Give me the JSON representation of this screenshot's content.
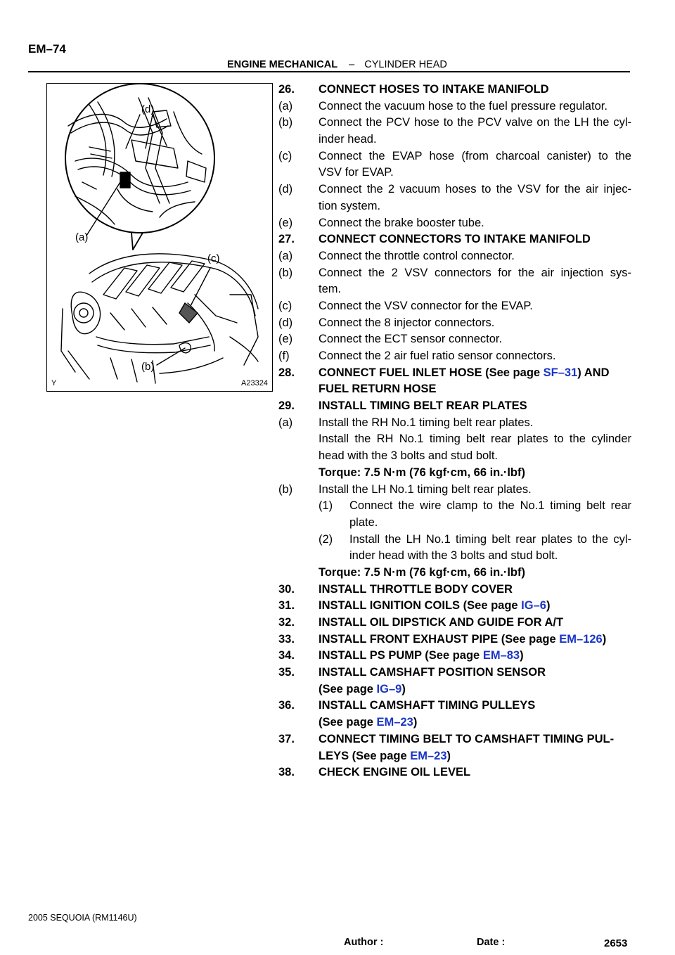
{
  "header": {
    "page_code": "EM–74",
    "section": "ENGINE MECHANICAL",
    "separator": "–",
    "subsection": "CYLINDER HEAD"
  },
  "figure": {
    "labels": {
      "a": "(a)",
      "b": "(b)",
      "c": "(c)",
      "d": "(d)"
    },
    "code": "A23324",
    "orientation": "Y"
  },
  "content": [
    {
      "num": "26.",
      "text": "CONNECT HOSES TO INTAKE MANIFOLD",
      "bold": true
    },
    {
      "num": "(a)",
      "text": "Connect the vacuum hose to the fuel pressure regulator."
    },
    {
      "num": "(b)",
      "text": "Connect the PCV hose to the PCV valve on the LH the cyl-"
    },
    {
      "num": "",
      "text": "inder head."
    },
    {
      "num": "(c)",
      "text": "Connect the EVAP hose (from charcoal canister) to the"
    },
    {
      "num": "",
      "text": "VSV for EVAP."
    },
    {
      "num": "(d)",
      "text": "Connect the 2 vacuum hoses to the VSV for the air injec-"
    },
    {
      "num": "",
      "text": "tion system."
    },
    {
      "num": "(e)",
      "text": "Connect the brake booster tube."
    },
    {
      "num": "27.",
      "text": "CONNECT CONNECTORS TO INTAKE MANIFOLD",
      "bold": true
    },
    {
      "num": "(a)",
      "text": "Connect the throttle control connector."
    },
    {
      "num": "(b)",
      "text": "Connect the 2 VSV connectors for the air injection sys-"
    },
    {
      "num": "",
      "text": "tem."
    },
    {
      "num": "(c)",
      "text": "Connect the VSV connector for the EVAP."
    },
    {
      "num": "(d)",
      "text": "Connect the 8 injector connectors."
    },
    {
      "num": "(e)",
      "text": "Connect the ECT sensor connector."
    },
    {
      "num": "(f)",
      "text": "Connect the 2 air fuel ratio sensor connectors."
    },
    {
      "num": "28.",
      "text": "CONNECT FUEL INLET HOSE (See page ",
      "link": "SF–31",
      "after": ") AND",
      "bold": true
    },
    {
      "num": "",
      "text": "FUEL RETURN HOSE",
      "bold": true
    },
    {
      "num": "29.",
      "text": "INSTALL TIMING BELT REAR PLATES",
      "bold": true
    },
    {
      "num": "(a)",
      "text": "Install the RH No.1 timing belt rear plates."
    },
    {
      "num": "",
      "text": "Install the RH No.1 timing belt rear plates to the cylinder"
    },
    {
      "num": "",
      "text": "head with the 3 bolts and stud bolt."
    },
    {
      "num": "",
      "text": "Torque: 7.5 N·m (76 kgf·cm, 66 in.·lbf)",
      "bold": true
    },
    {
      "num": "(b)",
      "text": "Install the LH No.1 timing belt rear plates."
    },
    {
      "num": "(1)",
      "text": "Connect the wire clamp to the No.1 timing belt rear",
      "sub": true
    },
    {
      "num": "",
      "text": "plate.",
      "sub": true
    },
    {
      "num": "(2)",
      "text": "Install the LH No.1 timing belt rear plates to the cyl-",
      "sub": true
    },
    {
      "num": "",
      "text": "inder head with the 3 bolts and stud bolt.",
      "sub": true
    },
    {
      "num": "",
      "text": "Torque: 7.5 N·m (76 kgf·cm, 66 in.·lbf)",
      "bold": true
    },
    {
      "num": "30.",
      "text": "INSTALL THROTTLE BODY COVER",
      "bold": true
    },
    {
      "num": "31.",
      "text": "INSTALL IGNITION COILS (See page ",
      "link": "IG–6",
      "after": ")",
      "bold": true
    },
    {
      "num": "32.",
      "text": "INSTALL OIL DIPSTICK AND GUIDE FOR A/T",
      "bold": true
    },
    {
      "num": "33.",
      "text": "INSTALL FRONT EXHAUST PIPE (See page ",
      "link": "EM–126",
      "after": ")",
      "bold": true
    },
    {
      "num": "34.",
      "text": "INSTALL PS PUMP (See page ",
      "link": "EM–83",
      "after": ")",
      "bold": true
    },
    {
      "num": "35.",
      "text": "INSTALL CAMSHAFT POSITION SENSOR",
      "bold": true
    },
    {
      "num": "",
      "text": "(See page ",
      "link": "IG–9",
      "after": ")",
      "bold": true
    },
    {
      "num": "36.",
      "text": "INSTALL CAMSHAFT TIMING PULLEYS",
      "bold": true
    },
    {
      "num": "",
      "text": "(See page ",
      "link": "EM–23",
      "after": ")",
      "bold": true
    },
    {
      "num": "37.",
      "text": "CONNECT TIMING BELT TO CAMSHAFT TIMING PUL-",
      "bold": true
    },
    {
      "num": "",
      "text": "LEYS (See page ",
      "link": "EM–23",
      "after": ")",
      "bold": true
    },
    {
      "num": "38.",
      "text": "CHECK ENGINE OIL LEVEL",
      "bold": true
    }
  ],
  "footer": {
    "model": "2005 SEQUOIA   (RM1146U)",
    "author_label": "Author :",
    "date_label": "Date :",
    "page_number": "2653"
  }
}
